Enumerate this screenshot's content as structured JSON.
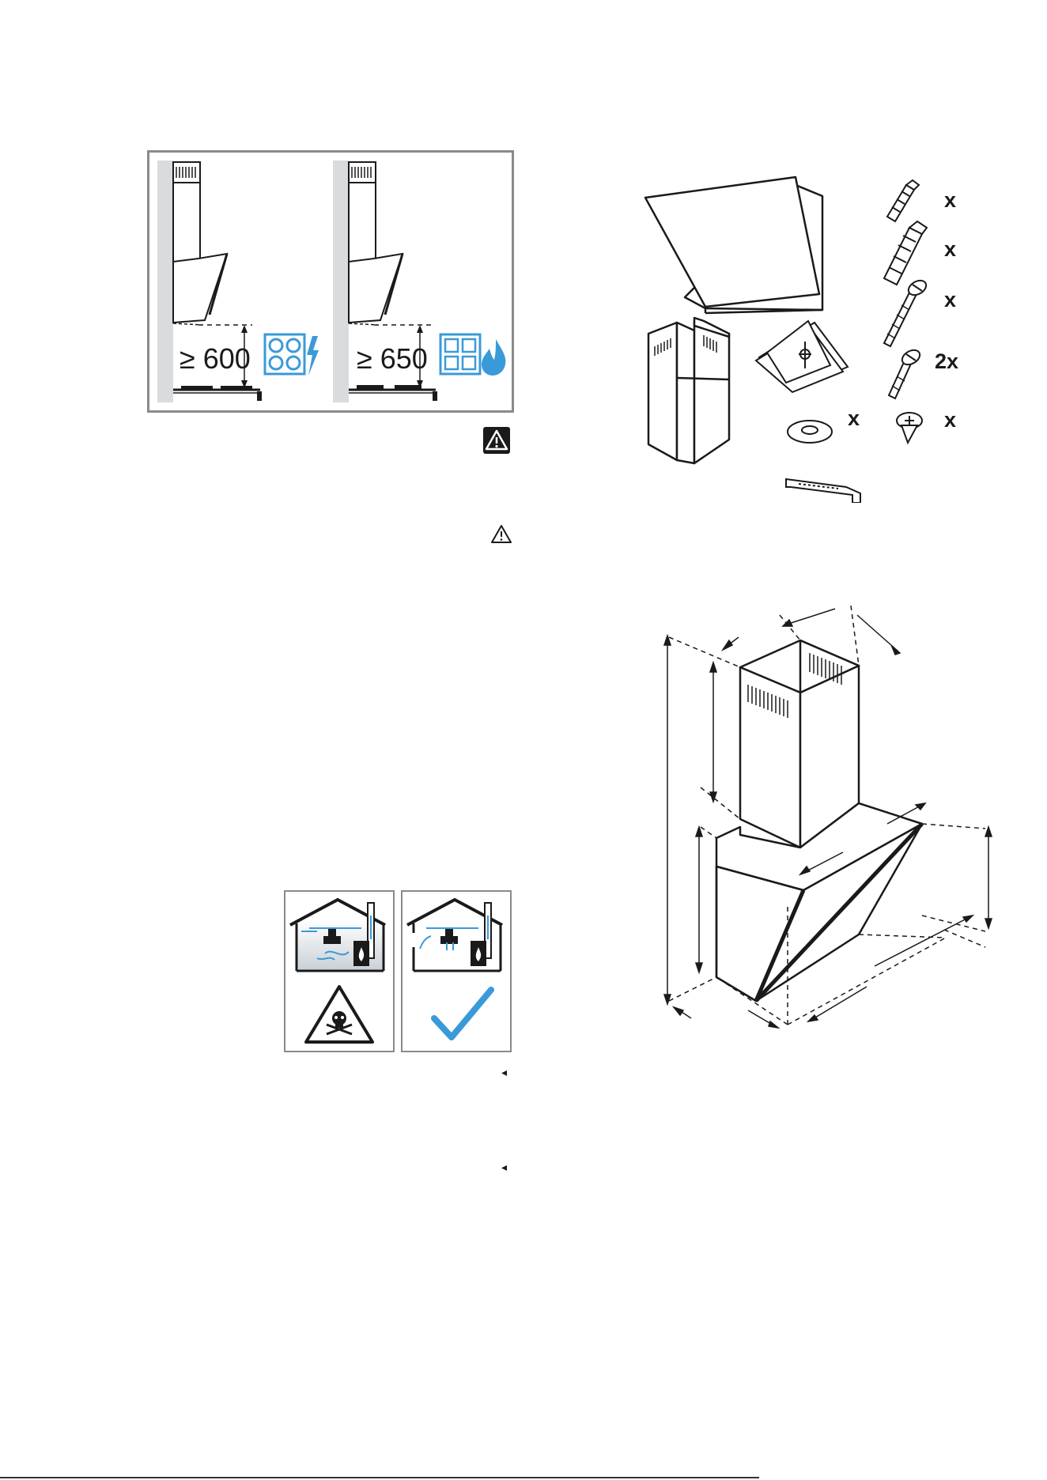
{
  "clearance": {
    "electric_label": "≥ 600",
    "gas_label": "≥ 650"
  },
  "parts": {
    "qty_plug_small": "x",
    "qty_plug_large": "x",
    "qty_screw_long": "x",
    "qty_screw_medium": "2x",
    "qty_washer": "x",
    "qty_screw_small": "x"
  },
  "icons": {
    "warning_filled": "warning-triangle-icon",
    "warning_outline": "warning-outline-icon",
    "skull": "skull-icon",
    "check": "checkmark-icon",
    "pointer": "◂"
  },
  "markers": {
    "pointer_1": "◂",
    "pointer_2": "◂"
  },
  "colors": {
    "accent_blue": "#3a9ad9",
    "line": "#1a1a1a",
    "frame_gray": "#8a8a8a",
    "wall_gray": "#d9dbde"
  }
}
